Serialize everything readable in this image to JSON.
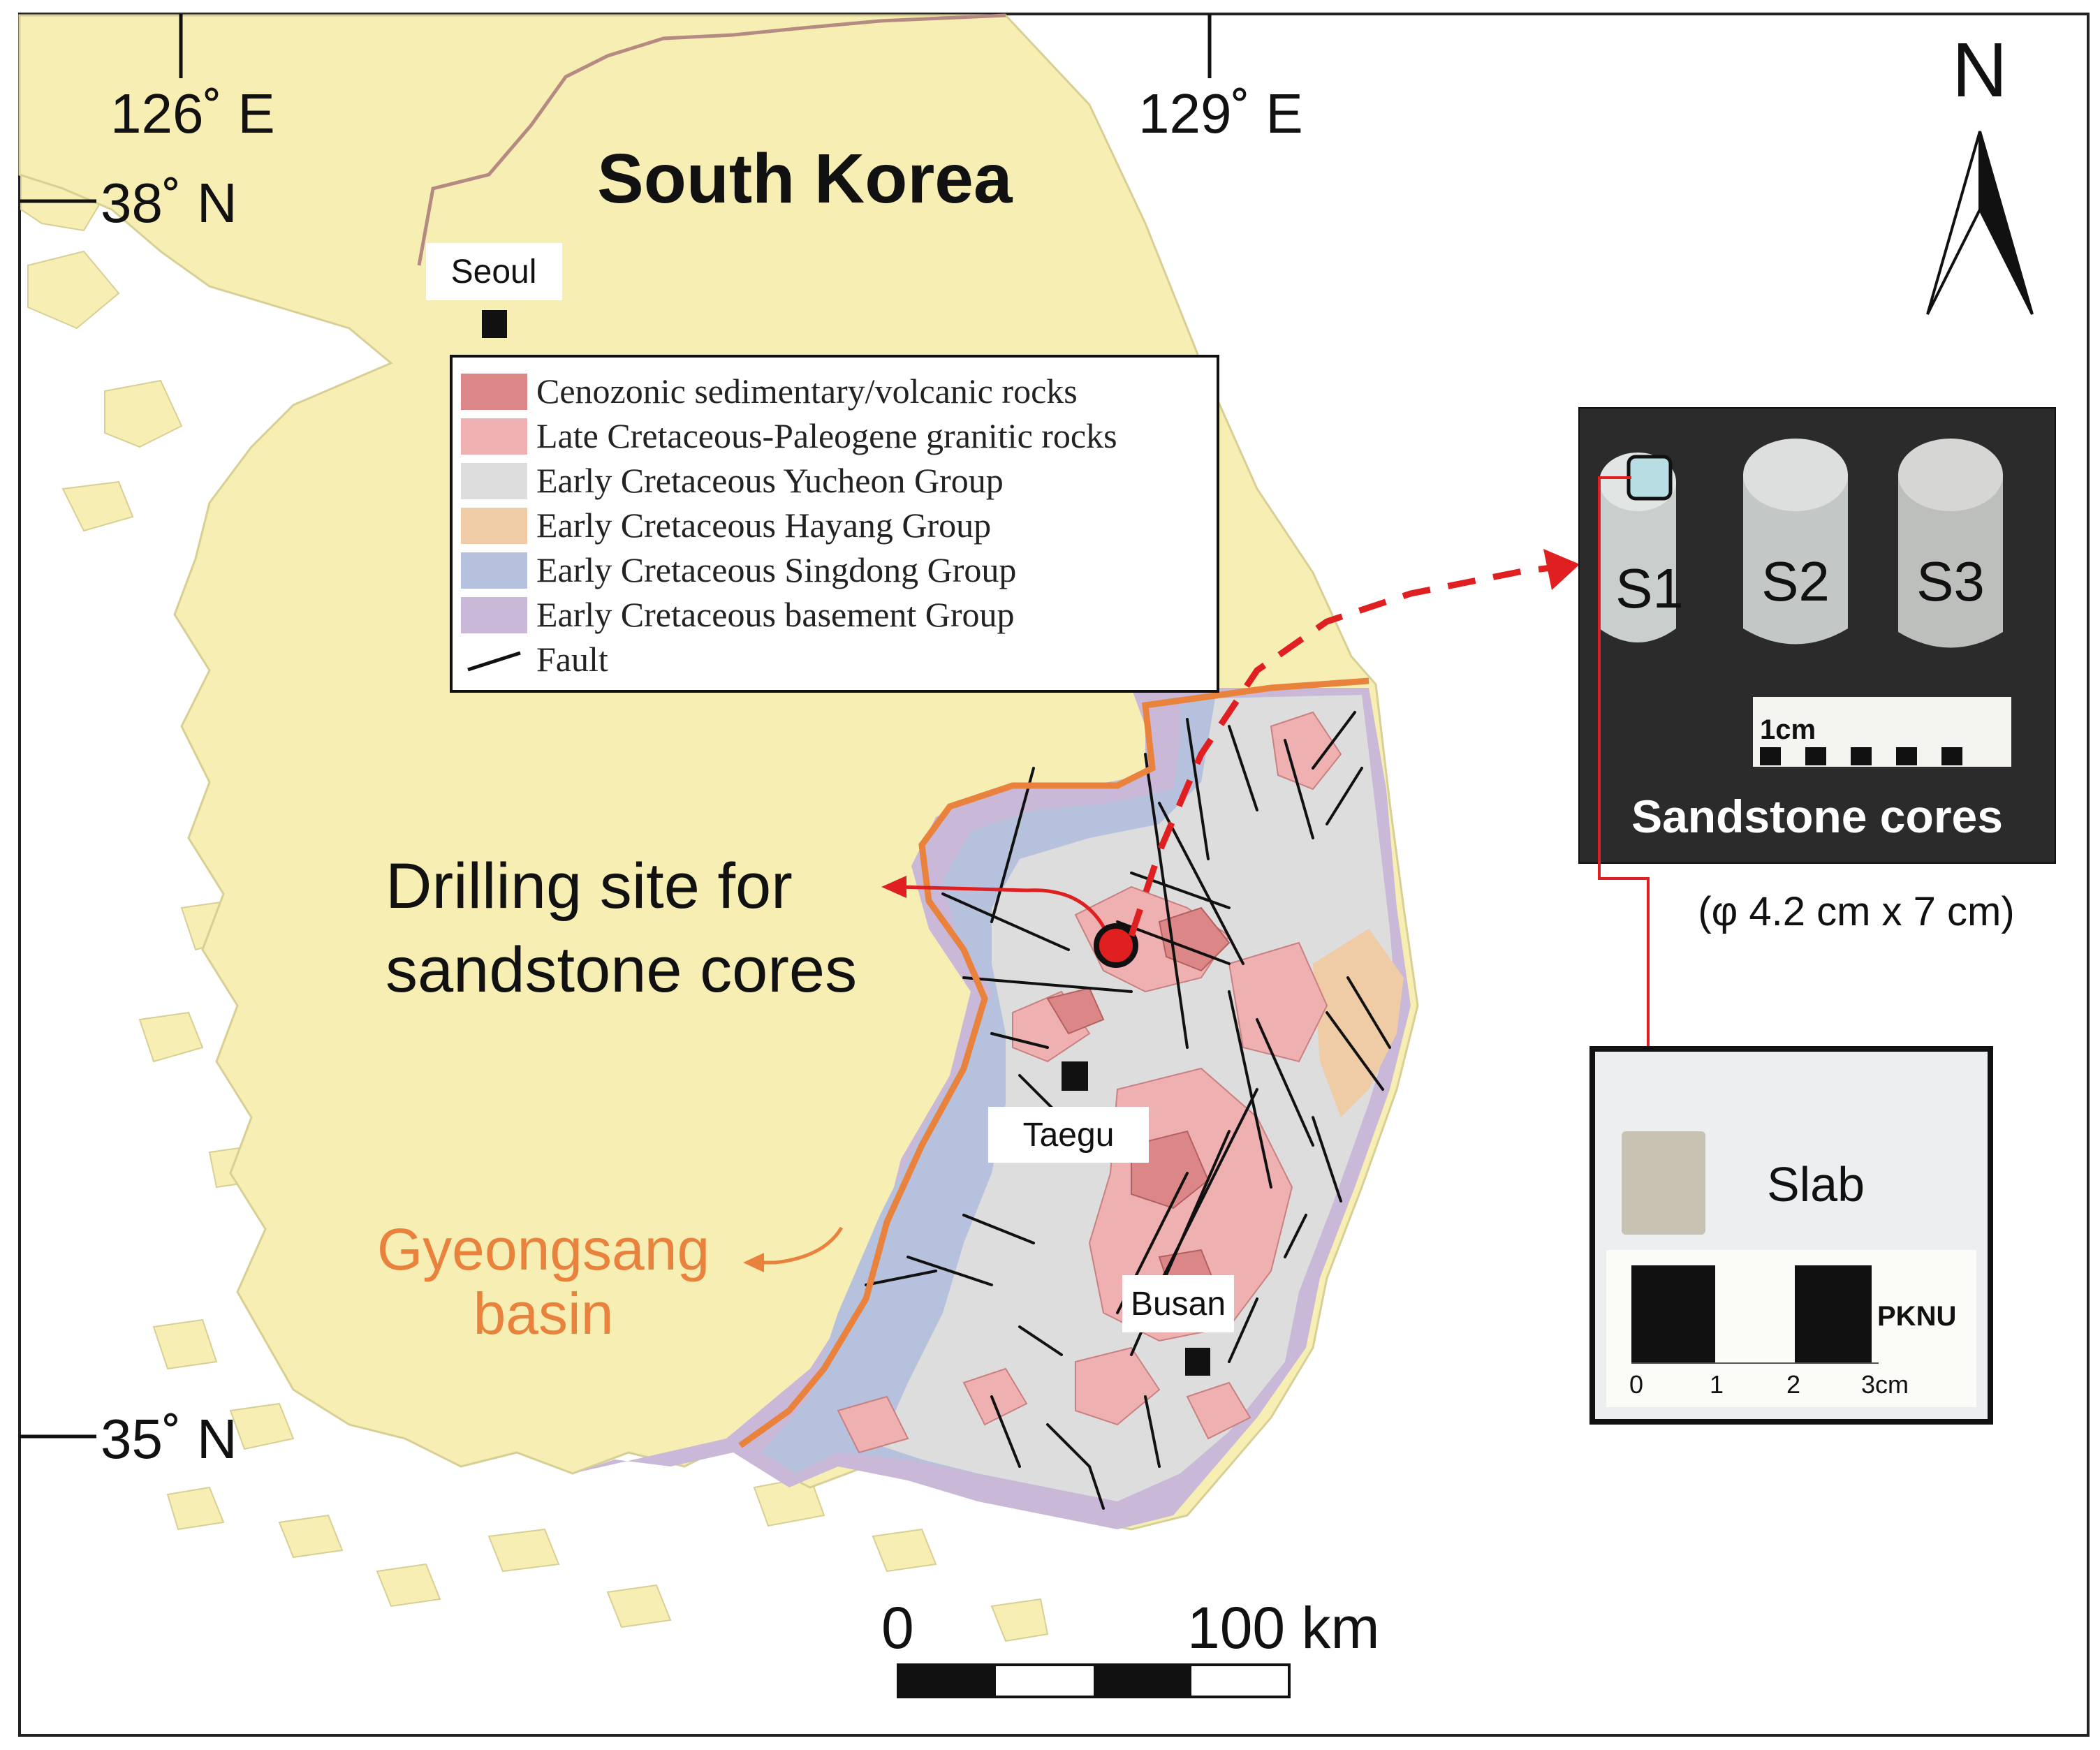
{
  "map": {
    "title": "South Korea",
    "coordinates": {
      "lon_126": "126˚ E",
      "lon_129": "129˚ E",
      "lat_38": "38˚ N",
      "lat_35": "35˚ N"
    },
    "north_arrow": "N",
    "cities": [
      "Seoul",
      "Taegu",
      "Busan"
    ],
    "drilling_site_label": [
      "Drilling site for",
      "sandstone cores"
    ],
    "basin_label": [
      "Gyeongsang",
      "basin"
    ],
    "scale_bar": {
      "zero": "0",
      "max": "100 km"
    }
  },
  "legend": {
    "items": [
      {
        "label": "Cenozonic sedimentary/volcanic rocks",
        "color": "#dc8787"
      },
      {
        "label": "Late Cretaceous-Paleogene granitic rocks",
        "color": "#eeb0b0"
      },
      {
        "label": "Early Cretaceous Yucheon Group",
        "color": "#dddddd"
      },
      {
        "label": "Early Cretaceous Hayang Group",
        "color": "#efcba6"
      },
      {
        "label": "Early Cretaceous Singdong Group",
        "color": "#b6c1dd"
      },
      {
        "label": "Early Cretaceous basement Group",
        "color": "#c9b8d7"
      },
      {
        "label": "Fault",
        "color": "#111111"
      }
    ]
  },
  "photos": {
    "cores": {
      "samples": [
        "S1",
        "S2",
        "S3"
      ],
      "ruler_label": "1cm",
      "caption": "Sandstone cores",
      "dimensions": "(φ 4.2 cm x 7 cm)"
    },
    "slab": {
      "label": "Slab",
      "ruler_brand": "PKNU",
      "ruler_ticks": [
        "0",
        "1",
        "2",
        "3cm"
      ]
    }
  },
  "colors": {
    "land": "#f7eeb4",
    "basin_outline": "#e8823c",
    "highlight_arrow": "#e02020",
    "basin_label": "#e8823c"
  }
}
